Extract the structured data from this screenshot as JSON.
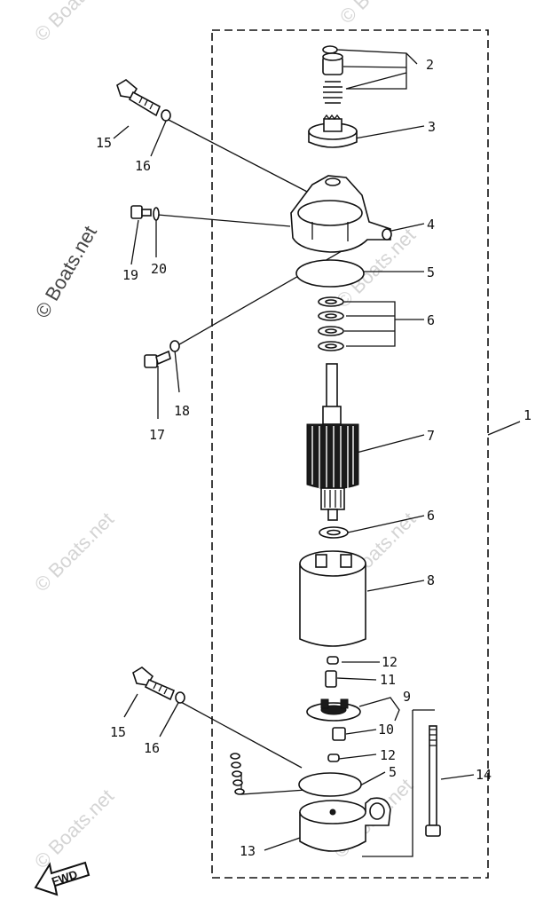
{
  "watermark": "© Boats.net",
  "fwd_label": "FWD",
  "callouts": {
    "c1": "1",
    "c2": "2",
    "c3": "3",
    "c4": "4",
    "c5a": "5",
    "c5b": "5",
    "c6a": "6",
    "c6b": "6",
    "c7": "7",
    "c8": "8",
    "c9": "9",
    "c10": "10",
    "c11": "11",
    "c12a": "12",
    "c12b": "12",
    "c13": "13",
    "c14": "14",
    "c15a": "15",
    "c15b": "15",
    "c16a": "16",
    "c16b": "16",
    "c17": "17",
    "c18": "18",
    "c19": "19",
    "c20": "20"
  }
}
